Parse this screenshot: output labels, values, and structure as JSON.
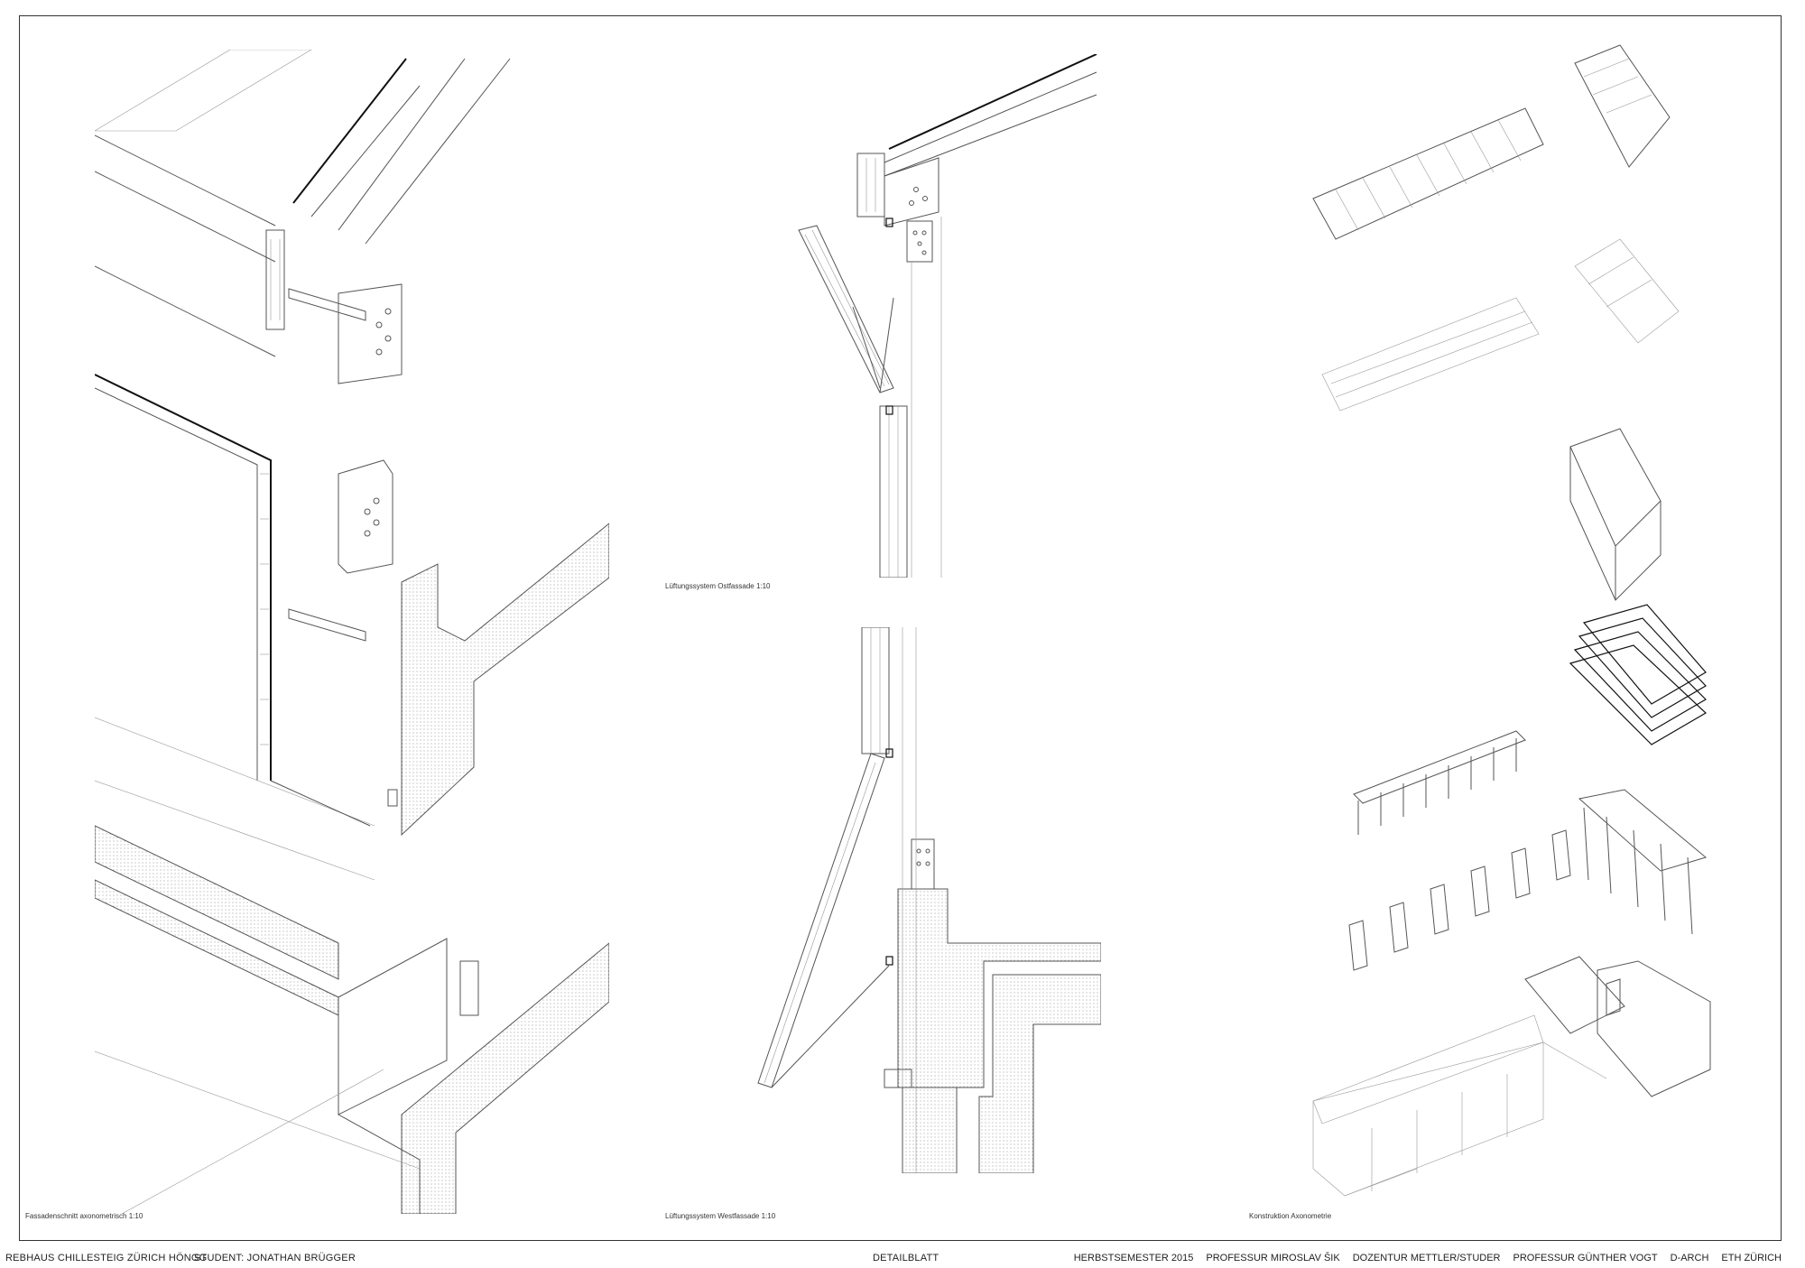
{
  "sheet": {
    "captions": {
      "facade_section": "Fassadenschnitt axonometrisch 1:10",
      "east_ventilation": "Lüftungssystem Ostfassade 1:10",
      "west_ventilation": "Lüftungssystem Westfassade 1:10",
      "construction_axo": "Konstruktion Axonometrie"
    }
  },
  "footer": {
    "project": "REBHAUS CHILLESTEIG ZÜRICH HÖNGG",
    "student": "STUDENT: JONATHAN BRÜGGER",
    "sheet_type": "DETAILBLATT",
    "semester": "HERBSTSEMESTER 2015",
    "professor_1": "PROFESSUR MIROSLAV ŠIK",
    "lecturers": "DOZENTUR METTLER/STUDER",
    "professor_2": "PROFESSUR GÜNTHER VOGT",
    "department": "D-ARCH",
    "institution": "ETH ZÜRICH"
  }
}
